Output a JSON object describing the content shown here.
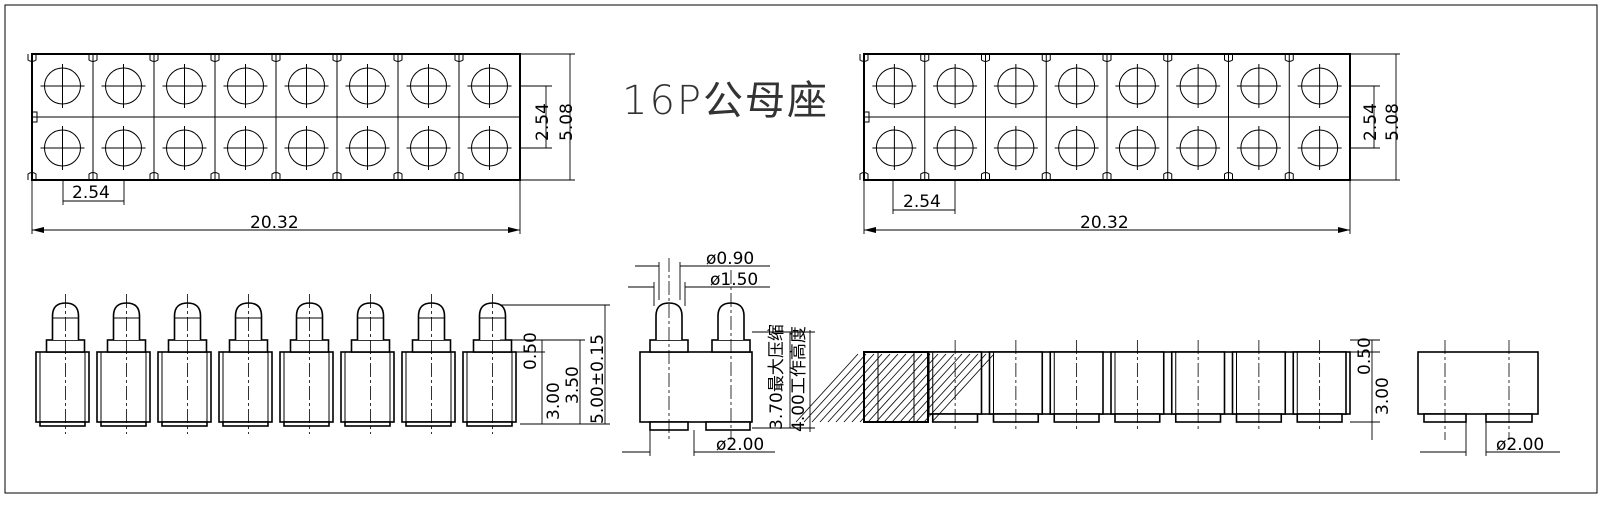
{
  "title": "16P公母座",
  "dimensions": {
    "pitch": "2.54",
    "row_spacing": "2.54",
    "total_width": "5.08",
    "length": "20.32",
    "pin_diameter": "ø0.90",
    "barrel_diameter": "ø1.50",
    "base_diameter": "ø2.00",
    "head_height": "0.50",
    "body_height": "3.00",
    "pin_height": "3.50",
    "total_height": "5.00±0.15",
    "max_compression": "3.70最大压缩",
    "working_height": "4.00工作高度",
    "female_head_height": "0.50",
    "female_body_height": "3.00",
    "female_base_diameter": "ø2.00"
  }
}
